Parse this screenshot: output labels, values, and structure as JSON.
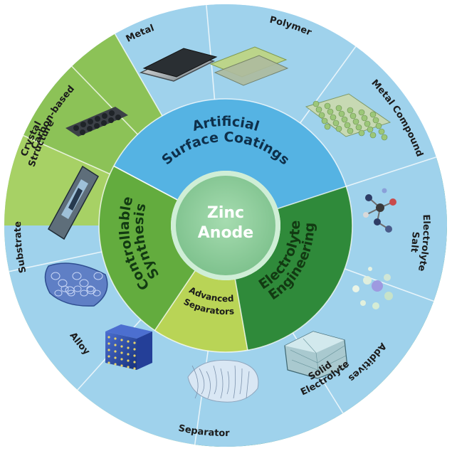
{
  "center": {
    "line1": "Zinc",
    "line2": "Anode"
  },
  "categories": {
    "coatings": {
      "line1": "Artificial",
      "line2": "Surface Coatings"
    },
    "synthesis": {
      "line1": "Controllable",
      "line2": "Synthesis"
    },
    "electrolyte": {
      "line1": "Electrolyte",
      "line2": "Engineering"
    },
    "separators": {
      "line1": "Advanced",
      "line2": "Separators"
    }
  },
  "outer": {
    "carbon": "Carbon-based",
    "metal": "Metal",
    "polymer": "Polymer",
    "metal_compound": "Metal Compound",
    "crystal": {
      "line1": "Crystal",
      "line2": "Structure"
    },
    "substrate": "Substrate",
    "alloy": "Alloy",
    "separator": "Separator",
    "salt": {
      "line1": "Electrolyte",
      "line2": "Salt"
    },
    "additives": "Additives",
    "solid": {
      "line1": "Solid",
      "line2": "Electrolyte"
    }
  },
  "colors": {
    "blue_outer_1": "#8fcbe8",
    "blue_outer_2": "#a9d8ef",
    "blue_mid": "#4fb0e2",
    "green_outer_1": "#7fbf52",
    "green_outer_2": "#94c95a",
    "green_outer_3": "#c2dc73",
    "green_mid": "#63a83e",
    "yellow_outer": "#c9df7a",
    "yellow_mid": "#b4cf4c",
    "dkgreen_outer": "#3e9a46",
    "dkgreen_mid": "#2f8a3a",
    "center": "#8fcf9a",
    "center_ring": "#c7ecd0"
  }
}
